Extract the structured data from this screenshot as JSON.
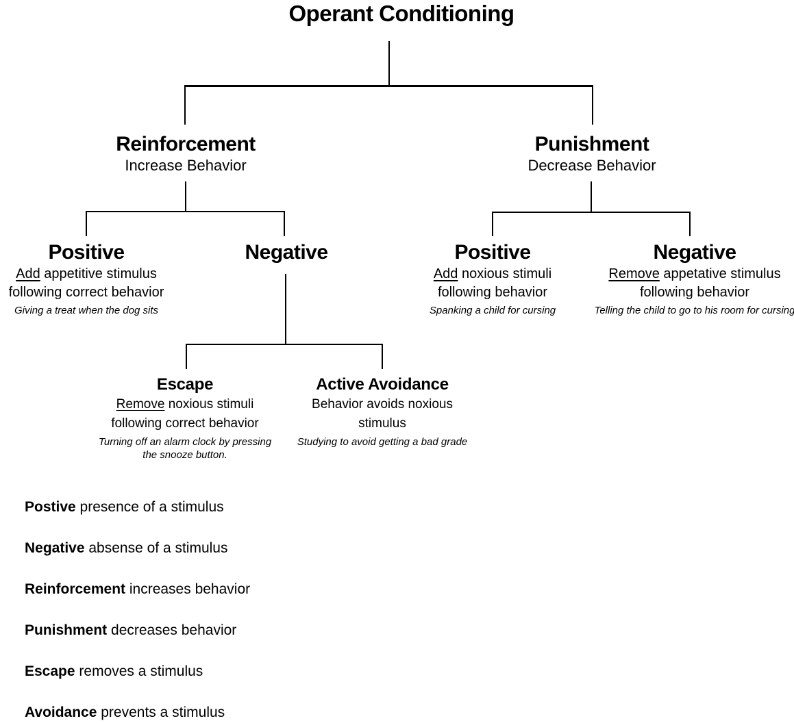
{
  "title": "Operant Conditioning",
  "tree": {
    "reinforcement": {
      "label": "Reinforcement",
      "subtitle": "Increase Behavior"
    },
    "punishment": {
      "label": "Punishment",
      "subtitle": "Decrease Behavior"
    },
    "reinforcement_positive": {
      "label": "Positive",
      "line1_underlined": "Add",
      "line1_rest": " appetitive stimulus",
      "line2": "following correct behavior",
      "example": "Giving a treat when the dog sits"
    },
    "reinforcement_negative": {
      "label": "Negative"
    },
    "punishment_positive": {
      "label": "Positive",
      "line1_underlined": "Add",
      "line1_rest": " noxious stimuli",
      "line2": "following behavior",
      "example": "Spanking a child for cursing"
    },
    "punishment_negative": {
      "label": "Negative",
      "line1_underlined": "Remove",
      "line1_rest": " appetative stimulus",
      "line2": "following behavior",
      "example": "Telling the child to go to his room for cursing"
    },
    "escape": {
      "label": "Escape",
      "line1_underlined": "Remove",
      "line1_rest": " noxious stimuli",
      "line2": "following correct behavior",
      "example_line1": "Turning off an alarm clock by pressing",
      "example_line2": "the snooze button."
    },
    "active_avoidance": {
      "label": "Active Avoidance",
      "line1": "Behavior avoids noxious",
      "line2": "stimulus",
      "example": "Studying to avoid getting a bad grade"
    }
  },
  "legend": {
    "items": [
      {
        "term": "Postive",
        "definition": " presence of a stimulus"
      },
      {
        "term": "Negative",
        "definition": " absense of a stimulus"
      },
      {
        "term": "Reinforcement",
        "definition": " increases behavior"
      },
      {
        "term": "Punishment",
        "definition": " decreases behavior"
      },
      {
        "term": "Escape",
        "definition": " removes a stimulus"
      },
      {
        "term": "Avoidance",
        "definition": " prevents a stimulus"
      }
    ]
  },
  "colors": {
    "background": "#ffffff",
    "text": "#000000",
    "line": "#000000"
  }
}
